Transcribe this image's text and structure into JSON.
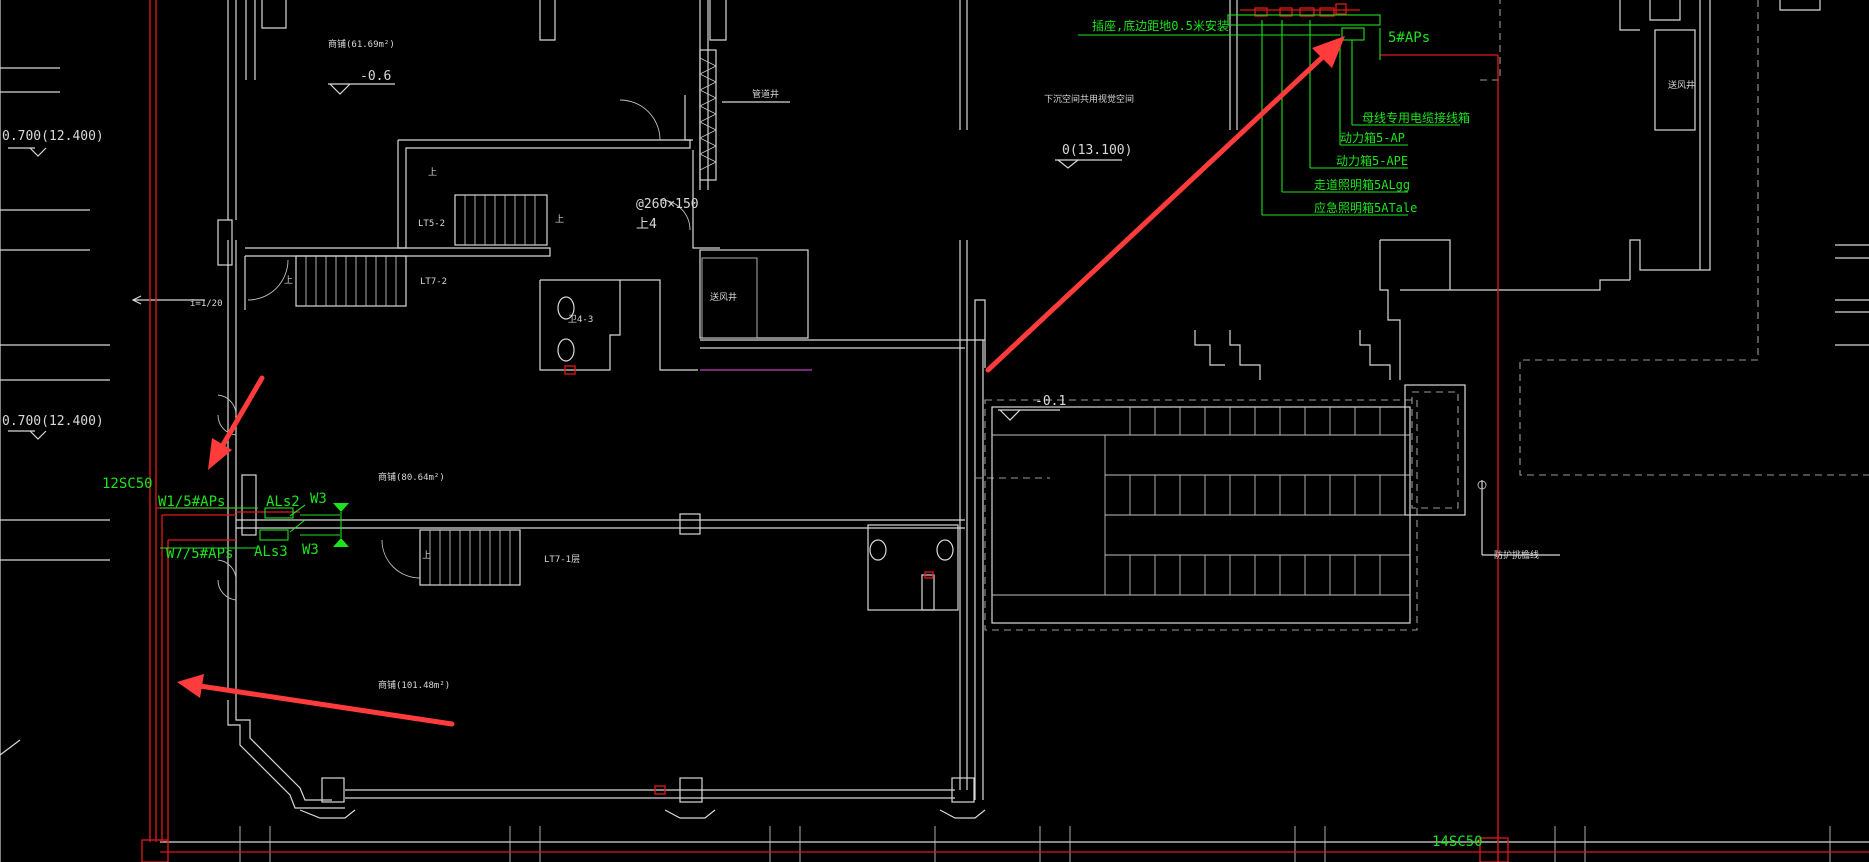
{
  "colors": {
    "background": "#000000",
    "wall": "#d8d8d8",
    "cable_red": "#e01818",
    "label_green": "#1ee21e",
    "annotation_arrow": "#ff3b3b"
  },
  "rooms": {
    "shop_top": "商铺(61.69m²)",
    "shop_mid": "商铺(80.64m²)",
    "shop_bottom": "商铺(101.48m²)",
    "unnamed_space": "下沉空间共用视觉空间"
  },
  "levels": {
    "shop_top": "-0.6",
    "left_upper": "0.700(12.400)",
    "left_lower": "0.700(12.400)",
    "center": "0(13.100)",
    "right_shaft": "-0.1"
  },
  "stairs": {
    "lt5_2": "LT5-2",
    "lt7_2": "LT7-2",
    "lt7_1": "LT7-1层",
    "up_a": "上",
    "up_b": "上",
    "up_c": "上",
    "up_d": "上"
  },
  "misc": {
    "pipe_shaft": "管道井",
    "opening": "@260×150",
    "up4": "上4",
    "slope": "i=1/20",
    "vent_center": "送风井",
    "vent_right": "送风井",
    "toilet": "卫4-3",
    "fire_note": "防护挑檐线",
    "busbar_note": "插座,底边距地0.5米安装"
  },
  "electrical": {
    "panel_top": "5#APs",
    "legend": [
      "母线专用电缆接线箱",
      "动力箱5-AP",
      "动力箱5-APE",
      "走道照明箱5ALgg",
      "应急照明箱5ATale"
    ],
    "left_cable": "12SC50",
    "circuit_w1": "W1/5#APs",
    "circuit_w7": "W7/5#APs",
    "box_als2": "ALs2",
    "box_als3": "ALs3",
    "w3_top": "W3",
    "w3_bottom": "W3",
    "bottom_cable": "14SC50"
  }
}
